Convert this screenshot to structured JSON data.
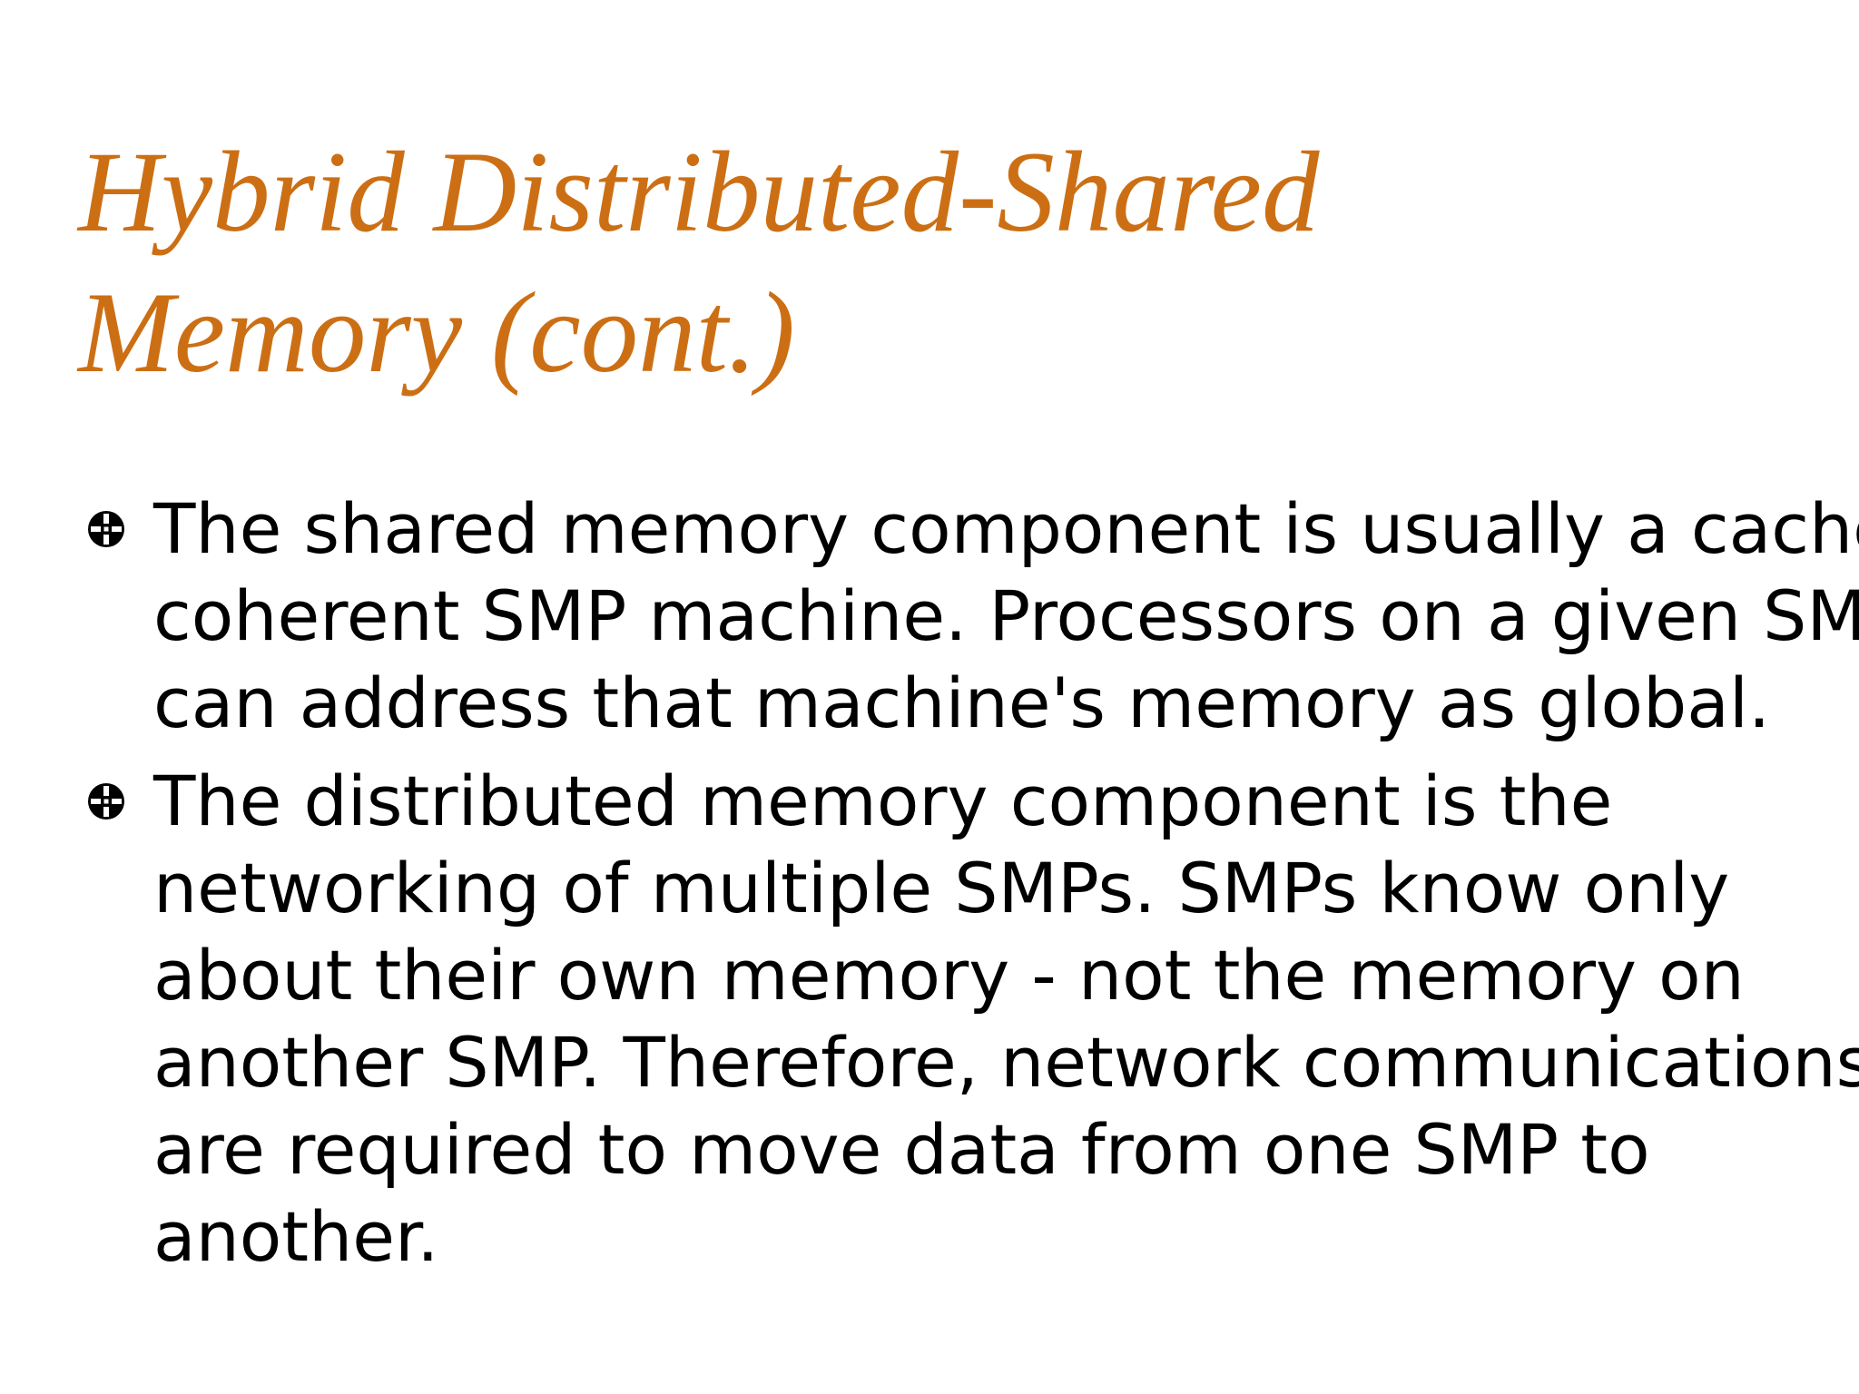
{
  "slide": {
    "title_lines": [
      "Hybrid Distributed-Shared",
      "Memory (cont.)"
    ],
    "bullets": [
      {
        "icon": "target-bullet-icon",
        "lines": [
          "The shared memory component is usually a cache",
          "coherent SMP machine. Processors on a given SMP",
          "can address that machine's memory as global."
        ]
      },
      {
        "icon": "target-bullet-icon",
        "lines": [
          "The distributed memory component is the",
          "networking of multiple SMPs. SMPs know only",
          "about their own memory - not the memory on",
          "another SMP. Therefore, network communications",
          "are required to move data from one SMP to",
          "another."
        ]
      }
    ]
  },
  "colors": {
    "title": "#cc6f14",
    "body_text": "#000000",
    "background": "#ffffff"
  }
}
